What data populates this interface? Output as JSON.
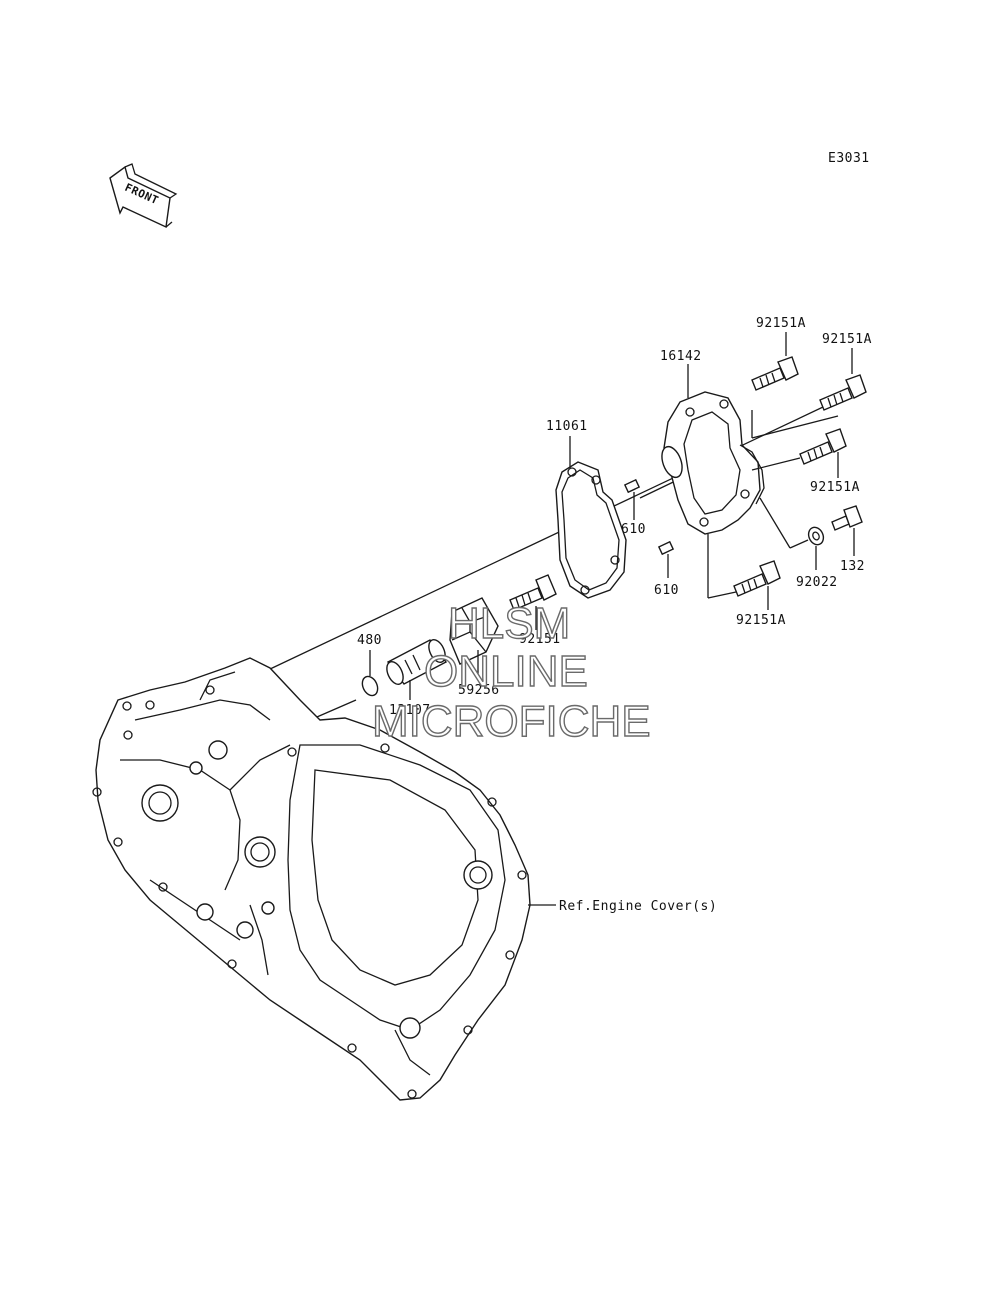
{
  "diagram_code": "E3031",
  "front_arrow_label": "FRONT",
  "reference_label": "Ref.Engine Cover(s)",
  "watermark": [
    "HLSM",
    "ONLINE",
    "MICROFICHE"
  ],
  "parts": {
    "bolt_top_left": "92151A",
    "bolt_top_right": "92151A",
    "bolt_mid_right": "92151A",
    "bolt_bottom": "92151A",
    "bolt_impeller": "92151",
    "pump_cover": "16142",
    "gasket": "11061",
    "dowel_upper": "610",
    "dowel_lower": "610",
    "washer": "92022",
    "drain_bolt": "132",
    "impeller": "59256",
    "shaft": "13107",
    "circlip": "480"
  }
}
